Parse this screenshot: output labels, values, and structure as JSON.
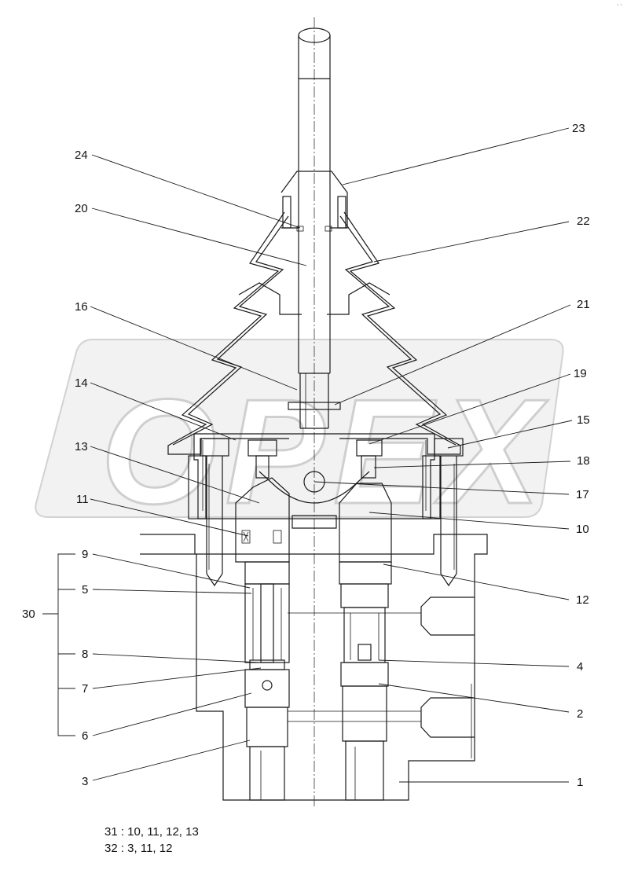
{
  "callouts": {
    "c1": "1",
    "c2": "2",
    "c3": "3",
    "c4": "4",
    "c5": "5",
    "c6": "6",
    "c7": "7",
    "c8": "8",
    "c9": "9",
    "c10": "10",
    "c11": "11",
    "c12": "12",
    "c13": "13",
    "c14": "14",
    "c15": "15",
    "c16": "16",
    "c17": "17",
    "c18": "18",
    "c19": "19",
    "c20": "20",
    "c21": "21",
    "c22": "22",
    "c23": "23",
    "c24": "24",
    "c30": "30"
  },
  "kits": [
    "31 : 10, 11, 12, 13",
    "32 : 3, 11, 12"
  ],
  "watermark": "OPEX",
  "corner_mark": "~ ~"
}
